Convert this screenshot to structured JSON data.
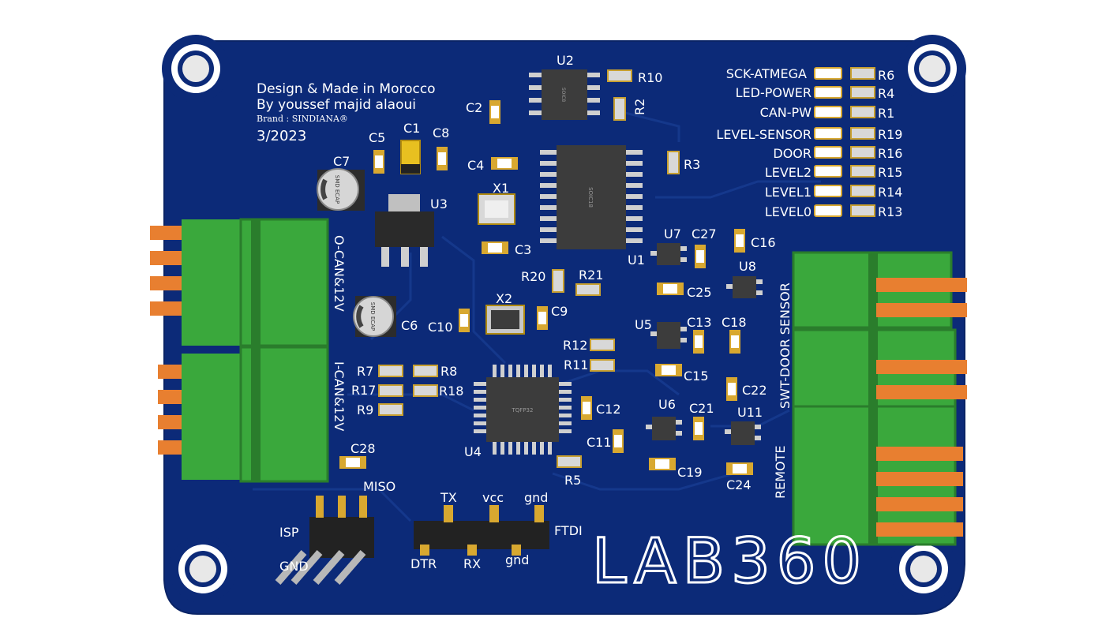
{
  "colors": {
    "board": "#0c2a78",
    "board_edge": "#0a2466",
    "trace": "#163a8e",
    "silkscreen": "#ffffff",
    "terminal_green": "#3aa83c",
    "terminal_dark": "#2a7d2c",
    "pin_copper": "#e87f30",
    "gold": "#d8a830",
    "ic_body": "#3c3c3c",
    "mount_ring": "#ffffff"
  },
  "brand_text": {
    "line1": "Design & Made in Morocco",
    "line2": "By youssef majid alaoui",
    "brand": "Brand : SINDIANA®",
    "date": "3/2023"
  },
  "logo_text": "LAB360",
  "connectors": {
    "left_top": "O-CAN&12V",
    "left_bottom": "I-CAN&12V",
    "right_top": "SWT-DOOR SENSOR",
    "right_bottom": "REMOTE"
  },
  "led_labels": [
    "SCK-ATMEGA",
    "LED-POWER",
    "CAN-PW",
    "LEVEL-SENSOR",
    "DOOR",
    "LEVEL2",
    "LEVEL1",
    "LEVEL0"
  ],
  "led_resistors": [
    "R6",
    "R4",
    "R1",
    "R19",
    "R16",
    "R15",
    "R14",
    "R13"
  ],
  "components": {
    "U1": "U1",
    "U2": "U2",
    "U3": "U3",
    "U4": "U4",
    "U5": "U5",
    "U6": "U6",
    "U7": "U7",
    "U8": "U8",
    "U11": "U11",
    "X1": "X1",
    "X2": "X2",
    "C1": "C1",
    "C2": "C2",
    "C3": "C3",
    "C4": "C4",
    "C5": "C5",
    "C6": "C6",
    "C7": "C7",
    "C8": "C8",
    "C9": "C9",
    "C10": "C10",
    "C11": "C11",
    "C12": "C12",
    "C13": "C13",
    "C15": "C15",
    "C16": "C16",
    "C18": "C18",
    "C19": "C19",
    "C21": "C21",
    "C22": "C22",
    "C24": "C24",
    "C25": "C25",
    "C27": "C27",
    "C28": "C28",
    "R2": "R2",
    "R3": "R3",
    "R5": "R5",
    "R7": "R7",
    "R8": "R8",
    "R9": "R9",
    "R10": "R10",
    "R11": "R11",
    "R12": "R12",
    "R17": "R17",
    "R18": "R18",
    "R20": "R20",
    "R21": "R21"
  },
  "chip_marks": {
    "u1": "SOIC18",
    "u2": "SOIC8",
    "u4": "TQFP32",
    "cap": "SMD ECAP"
  },
  "header_labels": {
    "isp": "ISP",
    "gnd_isp": "GND",
    "miso": "MISO",
    "tx": "TX",
    "vcc": "vcc",
    "gnd_top": "gnd",
    "ftdi": "FTDI",
    "dtr": "DTR",
    "rx": "RX",
    "gnd_bottom": "gnd"
  }
}
